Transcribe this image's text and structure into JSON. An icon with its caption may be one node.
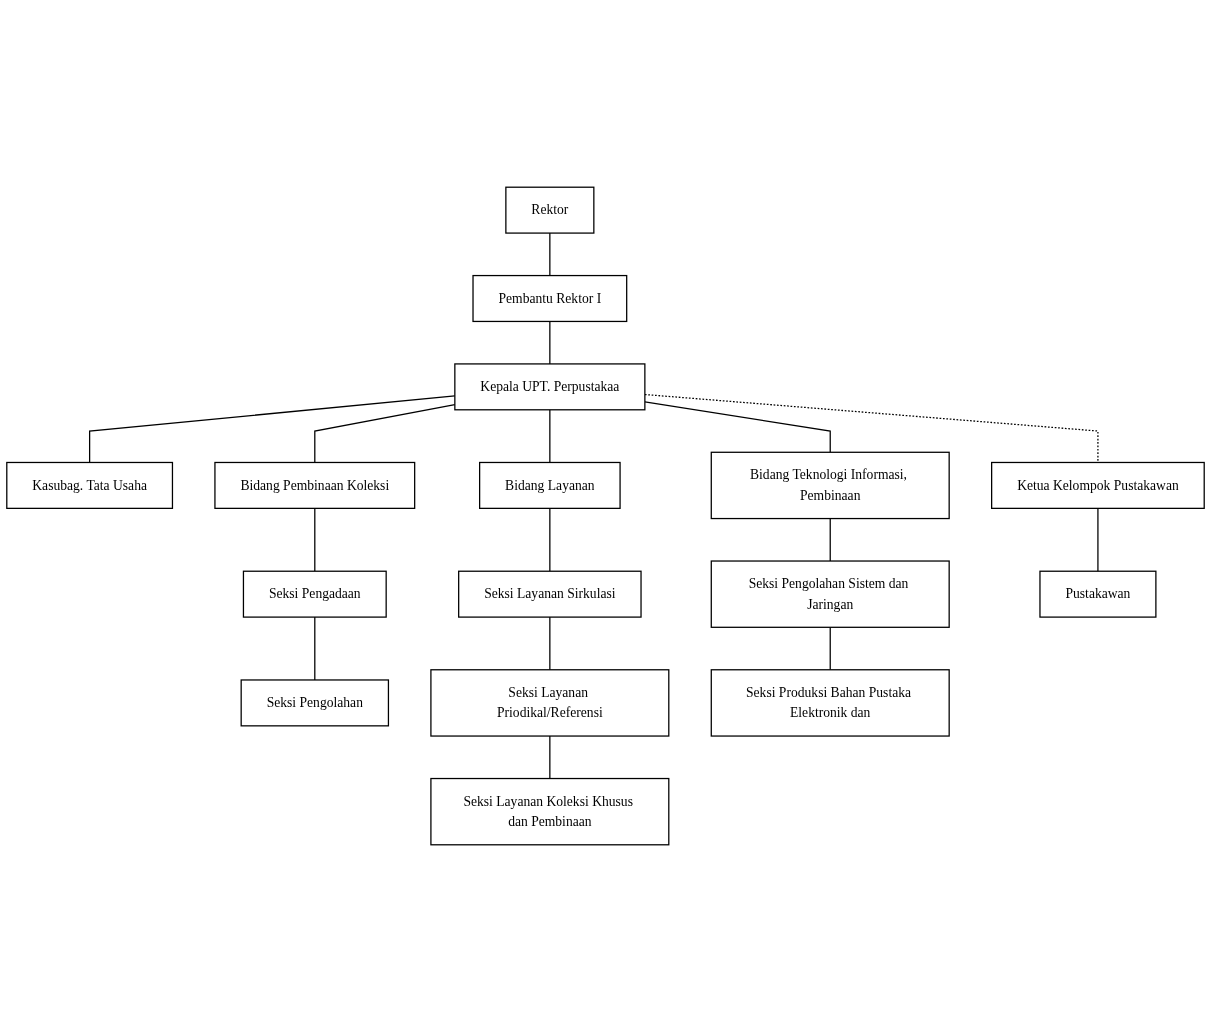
{
  "diagram": {
    "nodes": [
      {
        "text": [
          "Rektor"
        ]
      },
      {
        "text": [
          "Pembantu Rektor I"
        ]
      },
      {
        "text": [
          "Kepala UPT. Perpustakaa"
        ]
      },
      {
        "text": [
          "Kasubag. Tata Usaha"
        ]
      },
      {
        "text": [
          "Ketua Kelompok Pustakawan"
        ]
      },
      {
        "text": [
          "Bidang Pembinaan Koleksi"
        ]
      },
      {
        "text": [
          "Bidang Layanan"
        ]
      },
      {
        "text": [
          "Bidang Teknologi Informasi, Pembinaan"
        ]
      },
      {
        "text": [
          "Seksi Pengadaan"
        ]
      },
      {
        "text": [
          "Seksi Pengolahan"
        ]
      },
      {
        "text": [
          "Seksi Layanan Sirkulasi"
        ]
      },
      {
        "text": [
          "Seksi Layanan Priodikal/Referensi"
        ]
      },
      {
        "text": [
          "Seksi Layanan Koleksi Khusus dan Pembinaan"
        ]
      },
      {
        "text": [
          "Seksi Pengolahan Sistem dan Jaringan"
        ]
      },
      {
        "text": [
          "Seksi Produksi Bahan Pustaka Elektronik dan"
        ]
      },
      {
        "text": [
          "Pustakawan"
        ]
      }
    ],
    "edges": [
      {
        "from": 0,
        "to": 1,
        "arrow": "none"
      },
      {
        "from": 1,
        "to": 2,
        "arrow": "none"
      },
      {
        "from": 2,
        "to": 3,
        "arrow": "none"
      },
      {
        "from": 2,
        "to": 4,
        "arrow": "none",
        "style": "dashed"
      },
      {
        "from": 2,
        "to": 5,
        "arrow": "none"
      },
      {
        "from": 2,
        "to": 6,
        "arrow": "none"
      },
      {
        "from": 2,
        "to": 7,
        "arrow": "none"
      },
      {
        "from": 5,
        "to": 8,
        "arrow": "none"
      },
      {
        "from": 8,
        "to": 9,
        "arrow": "none"
      },
      {
        "from": 6,
        "to": 10,
        "arrow": "none"
      },
      {
        "from": 10,
        "to": 11,
        "arrow": "none"
      },
      {
        "from": 11,
        "to": 12,
        "arrow": "none"
      },
      {
        "from": 7,
        "to": 13,
        "arrow": "none"
      },
      {
        "from": 13,
        "to": 14,
        "arrow": "none"
      },
      {
        "from": 4,
        "to": 15,
        "arrow": "none"
      }
    ]
  }
}
